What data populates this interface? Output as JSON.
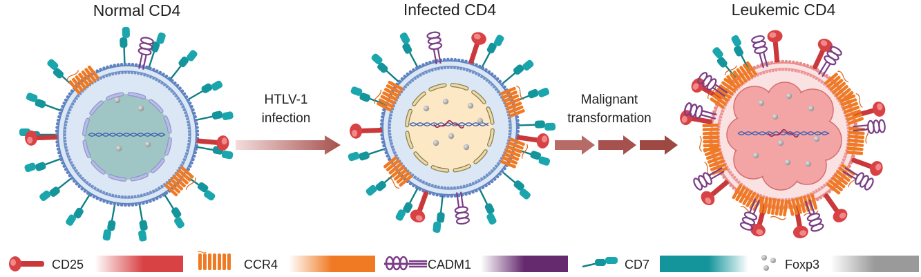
{
  "cells": [
    {
      "title": "Normal CD4"
    },
    {
      "title": "Infected CD4"
    },
    {
      "title": "Leukemic CD4"
    }
  ],
  "steps": [
    {
      "lines": [
        "HTLV-1",
        "infection"
      ]
    },
    {
      "lines": [
        "Malignant",
        "transformation"
      ]
    }
  ],
  "legend": [
    {
      "label": "CD25",
      "icon": "cd25-receptor-icon",
      "color": "#d94245"
    },
    {
      "label": "CCR4",
      "icon": "ccr4-receptor-icon",
      "color": "#f07a24"
    },
    {
      "label": "CADM1",
      "icon": "cadm1-molecule-icon",
      "color": "#65296e"
    },
    {
      "label": "CD7",
      "icon": "cd7-molecule-icon",
      "color": "#14959b"
    },
    {
      "label": "Foxp3",
      "icon": "foxp3-dots-icon",
      "color": "#9a9a9a"
    }
  ],
  "colors": {
    "membrane_normal": "#5f82c0",
    "membrane_leukemic": "#e78a8a",
    "cytoplasm_normal": "#dbe7f4",
    "cytoplasm_leukemic": "#fbe2e2",
    "nucleus_normal": "#9fc6c4",
    "nucleus_infected": "#fde8c6",
    "nucleus_leukemic": "#f3a5a5",
    "arrow": "#a6514d"
  }
}
